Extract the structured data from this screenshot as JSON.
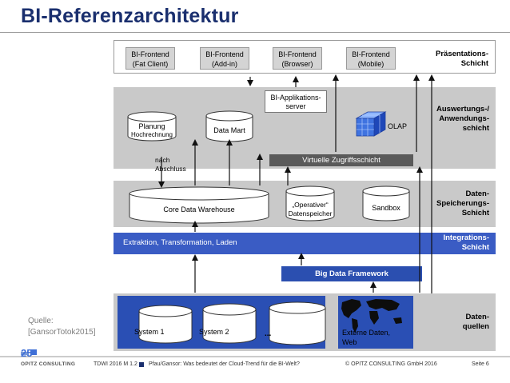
{
  "title": "BI-Referenzarchitektur",
  "layers": {
    "presentation": "Präsentations-\nSchicht",
    "analysis": "Auswertungs-/\nAnwendungs-\nschicht",
    "storage": "Daten-\nSpeicherungs-\nSchicht",
    "integration": "Integrations-\nSchicht",
    "sources": "Daten-\nquellen"
  },
  "frontends": [
    {
      "label": "BI-Frontend\n(Fat Client)"
    },
    {
      "label": "BI-Frontend\n(Add-in)"
    },
    {
      "label": "BI-Frontend\n(Browser)"
    },
    {
      "label": "BI-Frontend\n(Mobile)"
    }
  ],
  "analysis": {
    "app_server": "BI-Applikations-\nserver",
    "planning": "Planung",
    "planning_sub": "Hochrechnung",
    "data_mart": "Data Mart",
    "olap": "OLAP",
    "virtual_layer": "Virtuelle Zugriffsschicht",
    "after_close": "nach\nAbschluss"
  },
  "storage": {
    "core_dwh": "Core Data Warehouse",
    "operative": "„Operativer“\nDatenspeicher",
    "sandbox": "Sandbox"
  },
  "integration": {
    "etl": "Extraktion, Transformation, Laden",
    "big_data": "Big Data Framework"
  },
  "sources": {
    "system1": "System 1",
    "system2": "System 2",
    "more": "...",
    "external": "Externe Daten,\nWeb"
  },
  "source_note": "Quelle:\n[GansorTotok2015]",
  "logo": {
    "number": "25",
    "name": "OPITZ CONSULTING"
  },
  "footer": {
    "left": "TDWI 2016 M 1.2",
    "mid": "Pfau/Gansor: Was bedeutet der Cloud-Trend für die BI-Welt?",
    "copyright": "© OPITZ CONSULTING GmbH 2016",
    "page": "Seite 6"
  },
  "colors": {
    "title": "#1a2f6e",
    "layer_gray": "#c9c9c9",
    "integration_blue": "#3a5cc4",
    "big_data_blue": "#2b4fb0",
    "sources_blue": "#2a4fb4",
    "source_inner": "#8fa6e0"
  }
}
